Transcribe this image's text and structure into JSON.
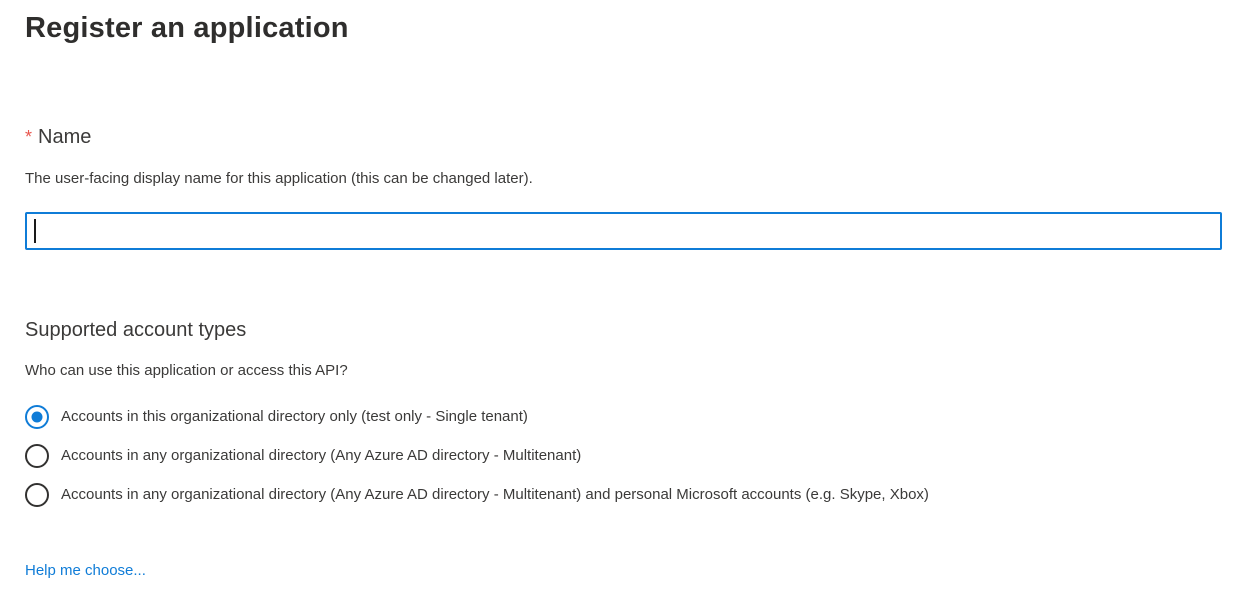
{
  "page": {
    "title": "Register an application"
  },
  "name_section": {
    "required_marker": "*",
    "label": "Name",
    "description": "The user-facing display name for this application (this can be changed later).",
    "input_value": "",
    "input_placeholder": ""
  },
  "account_types_section": {
    "heading": "Supported account types",
    "question": "Who can use this application or access this API?",
    "options": [
      {
        "label": "Accounts in this organizational directory only (test only - Single tenant)",
        "selected": true
      },
      {
        "label": "Accounts in any organizational directory (Any Azure AD directory - Multitenant)",
        "selected": false
      },
      {
        "label": "Accounts in any organizational directory (Any Azure AD directory - Multitenant) and personal Microsoft accounts (e.g. Skype, Xbox)",
        "selected": false
      }
    ],
    "help_link_label": "Help me choose..."
  },
  "colors": {
    "accent_blue": "#0f7cd7",
    "required_red": "#e8564e",
    "text": "#3b3a39",
    "radio_unselected_border": "#323130",
    "background": "#ffffff"
  }
}
